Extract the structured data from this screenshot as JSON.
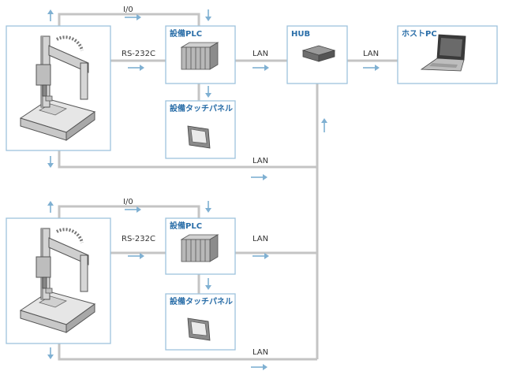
{
  "labels": {
    "io": "I/0",
    "rs232c": "RS-232C",
    "lan": "LAN",
    "plc": "設備PLC",
    "touch_panel": "設備タッチパネル",
    "hub": "HUB",
    "host_pc": "ホストPC"
  },
  "icons": {
    "robot": "desktop-robot-icon",
    "plc": "plc-rack-icon",
    "touch_panel": "touch-panel-icon",
    "hub": "network-hub-icon",
    "host_pc": "laptop-icon"
  },
  "colors": {
    "box_border": "#9ec3dd",
    "connector": "#c4c4c4",
    "arrow": "#7fb0d2",
    "title": "#2a6ea8"
  }
}
